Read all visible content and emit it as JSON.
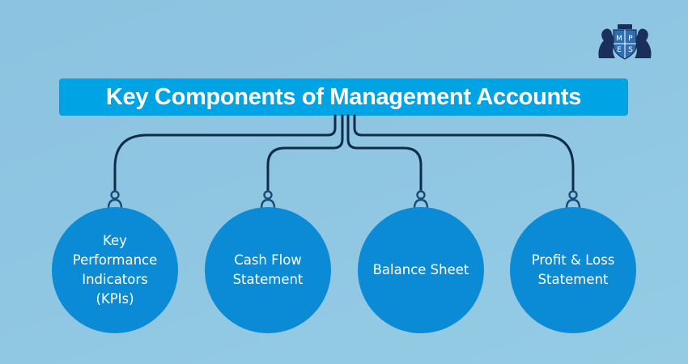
{
  "title": "Key Components of Management Accounts",
  "logo": {
    "letters": [
      "M",
      "P",
      "E",
      "S"
    ],
    "icon": "lion-crest-shield-logo"
  },
  "colors": {
    "background": "#8fc6e2",
    "title_bar": "#00a4e4",
    "node_fill": "#0b8bd6",
    "connector": "#0f2c48",
    "hook": "#1a4a78"
  },
  "nodes": [
    {
      "label": "Key\nPerformance\nIndicators\n(KPIs)"
    },
    {
      "label": "Cash Flow\nStatement"
    },
    {
      "label": "Balance Sheet"
    },
    {
      "label": "Profit & Loss\nStatement"
    }
  ]
}
